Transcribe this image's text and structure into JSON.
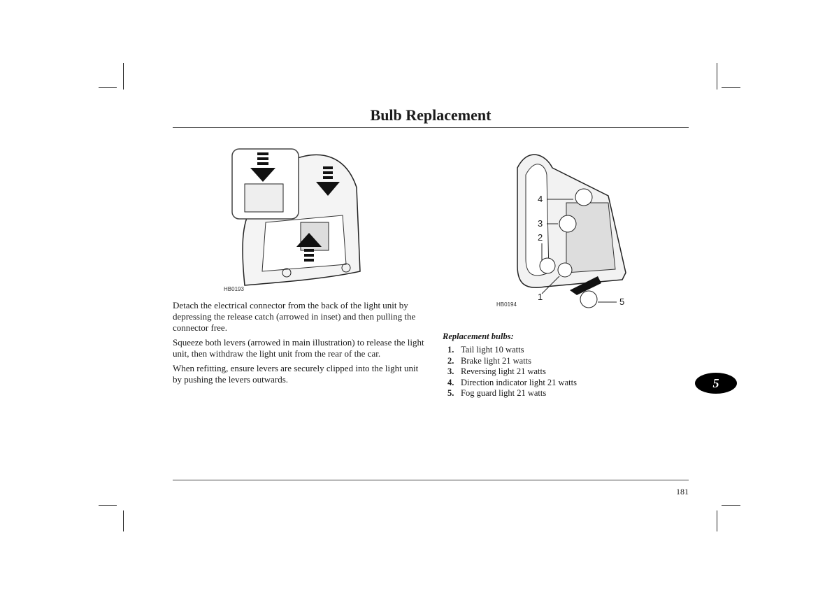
{
  "title": "Bulb Replacement",
  "left": {
    "figure_code": "HB0193",
    "paragraphs": [
      "Detach the electrical connector from the back of the light unit by depressing the release catch (arrowed in inset) and then pulling the connector free.",
      "Squeeze both levers (arrowed in main illustration) to release the light unit, then withdraw the light unit from the rear of the car.",
      "When refitting, ensure levers are securely clipped into the light unit by pushing the levers outwards."
    ]
  },
  "right": {
    "figure_code": "HB0194",
    "callouts": [
      "1",
      "2",
      "3",
      "4",
      "5"
    ],
    "heading": "Replacement bulbs:",
    "items": [
      {
        "n": "1.",
        "t": "Tail light 10 watts"
      },
      {
        "n": "2.",
        "t": "Brake light 21 watts"
      },
      {
        "n": "3.",
        "t": "Reversing light 21 watts"
      },
      {
        "n": "4.",
        "t": "Direction indicator light 21 watts"
      },
      {
        "n": "5.",
        "t": "Fog guard light 21 watts"
      }
    ]
  },
  "section_tab": "5",
  "page_number": "181"
}
